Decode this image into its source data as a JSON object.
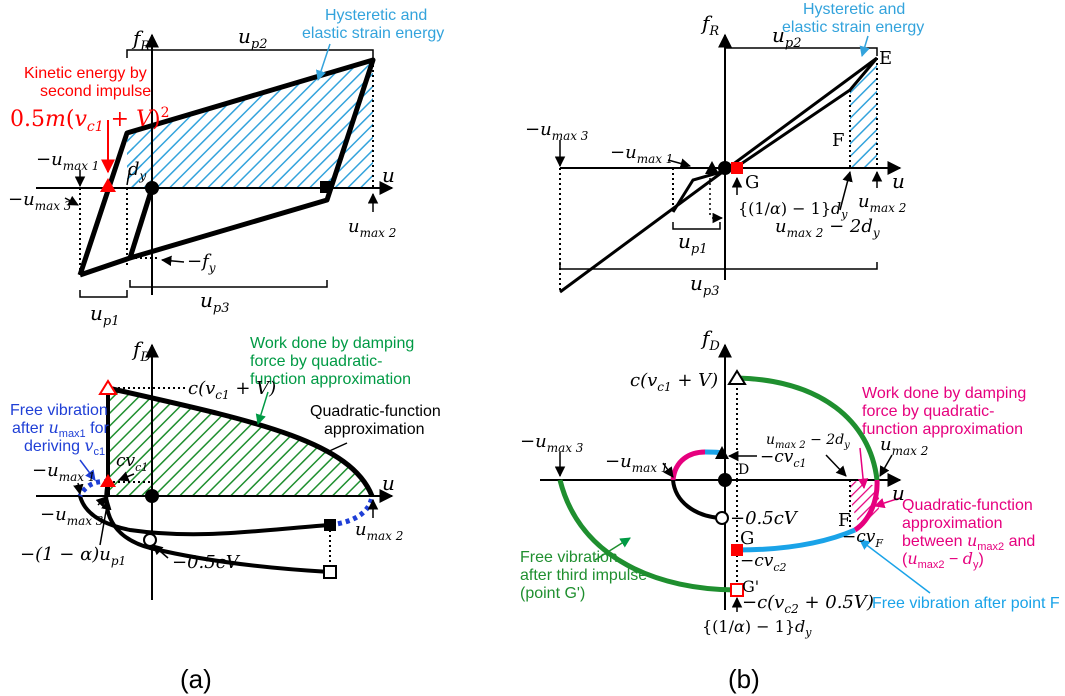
{
  "colors": {
    "black": "#000000",
    "red": "#ff0000",
    "blue": "#33a3dc",
    "green": "#009a44",
    "darkgreen": "#1f8f2f",
    "magenta": "#e6007e",
    "cyan": "#1aa3e8",
    "dotblue": "#1f3fd6"
  },
  "panel_labels": {
    "a": "(a)",
    "b": "(b)"
  },
  "a_top": {
    "axis_y": "f_R",
    "axis_x": "u",
    "up2": "u_p2",
    "up1": "u_p1",
    "up3": "u_p3",
    "hyst_line1": "Hysteretic and",
    "hyst_line2": "elastic strain energy",
    "kin_line1": "Kinetic energy by",
    "kin_line2": "second impulse",
    "kin_formula": "0.5m(v_c1 + V)^2",
    "umax1": "−u_max 1",
    "umax3": "−u_max 3",
    "umax2": "u_max 2",
    "dy": "d_y",
    "fy": "−f_y"
  },
  "a_bottom": {
    "axis_y": "f_D",
    "axis_x": "u",
    "work_line1": "Work done by damping",
    "work_line2": "force by quadratic-",
    "work_line3": "function approximation",
    "quad_line1": "Quadratic-function",
    "quad_line2": "approximation",
    "free_line1": "Free vibration",
    "free_line2": "after u_max1 for",
    "free_line3": "deriving v_c1",
    "cvc1V": "c(v_c1 + V)",
    "cvc1": "cv_c1",
    "umax1": "−u_max 1",
    "umax3": "−u_max 3",
    "umax2": "u_max 2",
    "alpha": "−(1 − α)u_p1",
    "halfcV": "−0.5cV"
  },
  "b_top": {
    "axis_y": "f_R",
    "axis_x": "u",
    "up2": "u_p2",
    "up1": "u_p1",
    "up3": "u_p3",
    "hyst_line1": "Hysteretic and",
    "hyst_line2": "elastic strain energy",
    "E": "E",
    "F": "F",
    "G": "G",
    "umax3": "−u_max 3",
    "umax1": "−u_max 1",
    "umax2": "u_max 2",
    "umax2dy": "u_max 2 − 2d_y",
    "alpha_dy": "{(1/α) − 1}d_y"
  },
  "b_bottom": {
    "axis_y": "f_D",
    "axis_x": "u",
    "cvc1V": "c(v_c1 + V)",
    "umax3": "−u_max 3",
    "umax1": "−u_max 1",
    "cvc1": "−cv_c1",
    "D": "D",
    "umax2dy": "u_max 2 − 2d_y",
    "umax2": "u_max 2",
    "halfcV": "−0.5cV",
    "F": "F",
    "cvF": "−cv_F",
    "G": "G",
    "cvc2": "−cv_c2",
    "Gp": "G'",
    "cvc2half": "−c(v_c2 + 0.5V)",
    "alpha_dy": "{(1/α) − 1}d_y",
    "work_line1": "Work done by damping",
    "work_line2": "force by quadratic-",
    "work_line3": "function approximation",
    "quad_line1": "Quadratic-function",
    "quad_line2": "approximation",
    "quad_line3": "between u_max2 and",
    "quad_line4": "(u_max2 − d_y)",
    "free3_line1": "Free vibration",
    "free3_line2": "after third impulse",
    "free3_line3": "(point G')",
    "freeF": "Free vibration after point F"
  }
}
